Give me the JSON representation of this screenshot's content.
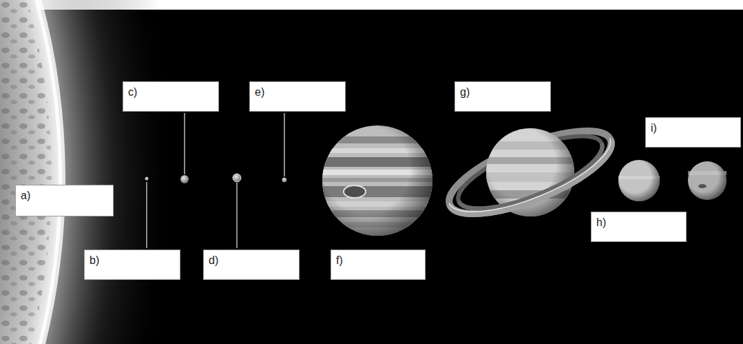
{
  "diagram": {
    "nodes": [
      {
        "text": [
          "a)"
        ]
      },
      {
        "text": [
          "b)"
        ]
      },
      {
        "text": [
          "c)"
        ]
      },
      {
        "text": [
          "d)"
        ]
      },
      {
        "text": [
          "e)"
        ]
      },
      {
        "text": [
          "f)"
        ]
      },
      {
        "text": [
          "g)"
        ]
      },
      {
        "text": [
          "h)"
        ]
      },
      {
        "text": [
          "i)"
        ]
      }
    ]
  }
}
